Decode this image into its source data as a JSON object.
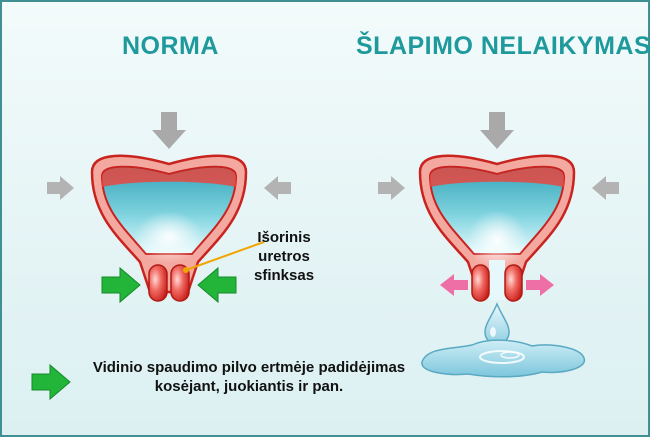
{
  "titles": {
    "left": "NORMA",
    "right": "ŠLAPIMO NELAIKYMAS"
  },
  "callout": {
    "line1": "Išorinis",
    "line2": "uretros",
    "line3": "sfinksas"
  },
  "legend": {
    "text": "Vidinio spaudimo pilvo ertmėje padidėjimas kosėjant, juokiantis ir pan.",
    "arrow_icon": "green-arrow-icon"
  },
  "colors": {
    "title": "#1f9a9c",
    "bladder_wall": "#f4a9a0",
    "bladder_outline": "#c9231f",
    "urine_top": "#3aa9bc",
    "urine_light": "#e9fbfd",
    "sphincter": "#e8332c",
    "pressure_arrow": "#aaaaaa",
    "squeeze_arrow": "#22b53a",
    "open_arrow": "#ee6fa6",
    "callout_line": "#f0a500"
  }
}
